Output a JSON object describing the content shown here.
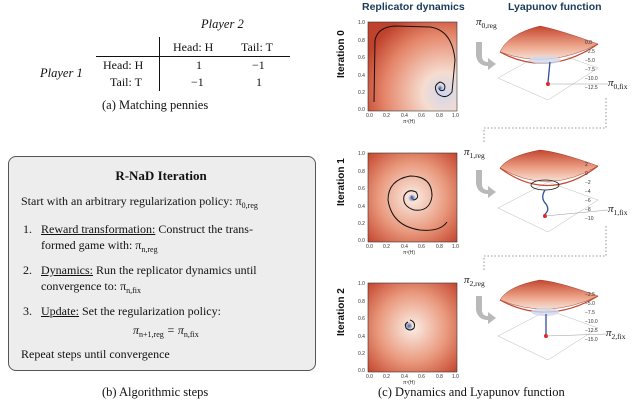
{
  "matching_pennies": {
    "player2": "Player 2",
    "player1": "Player 1",
    "col_heads": [
      "Head: H",
      "Tail: T"
    ],
    "rows": [
      {
        "label": "Head: H",
        "values": [
          "1",
          "−1"
        ]
      },
      {
        "label": "Tail: T",
        "values": [
          "−1",
          "1"
        ]
      }
    ],
    "caption": "(a) Matching pennies"
  },
  "algorithm": {
    "title": "R-NaD Iteration",
    "start": "Start with an arbitrary regularization policy: π",
    "start_sub": "0,reg",
    "step1_num": "1.",
    "step1_head": "Reward transformation:",
    "step1_text": "Construct the trans-",
    "step1_cont": "formed game with: π",
    "step1_sub": "n,reg",
    "step2_num": "2.",
    "step2_head": "Dynamics:",
    "step2_text": "Run the replicator dynamics until",
    "step2_cont": "convergence to: π",
    "step2_sub": "n,fix",
    "step3_num": "3.",
    "step3_head": "Update:",
    "step3_text": "Set the regularization policy:",
    "step3_eq_left": "π",
    "step3_eq_left_sub": "n+1,reg",
    "step3_eq_mid": " = π",
    "step3_eq_right_sub": "n,fix",
    "repeat": "Repeat steps until convergence",
    "caption": "(b) Algorithmic steps"
  },
  "dynamics": {
    "col_replicator": "Replicator dynamics",
    "col_lyapunov": "Lyapunov function",
    "rows": [
      "Iteration 0",
      "Iteration 1",
      "Iteration 2"
    ],
    "pi_reg": [
      [
        "π",
        "0,reg"
      ],
      [
        "π",
        "1,reg"
      ],
      [
        "π",
        "2,reg"
      ]
    ],
    "pi_fix": [
      [
        "π",
        "0,fix"
      ],
      [
        "π",
        "1,fix"
      ],
      [
        "π",
        "2,fix"
      ]
    ],
    "ticks": [
      "0.0",
      "0.2",
      "0.4",
      "0.6",
      "0.8",
      "1.0"
    ],
    "z_ticks_0": [
      "0.0",
      "−2.5",
      "−5.0",
      "−7.5",
      "−10.0",
      "−12.5"
    ],
    "z_ticks_1": [
      "2",
      "0",
      "−2",
      "−4",
      "−6",
      "−8",
      "−10"
    ],
    "z_ticks_2": [
      "−2.5",
      "−5.0",
      "−7.5",
      "−10.0",
      "−12.5",
      "−15.0"
    ],
    "axis_x": "π¹(H)",
    "axis_y": "π²(H)",
    "caption": "(c) Dynamics and Lyapunov function",
    "colors": {
      "surface_red": "#c5462f",
      "surface_light": "#f6d9c9",
      "center_blue": "#3b62b0",
      "fixed_point": "#e02020"
    }
  }
}
